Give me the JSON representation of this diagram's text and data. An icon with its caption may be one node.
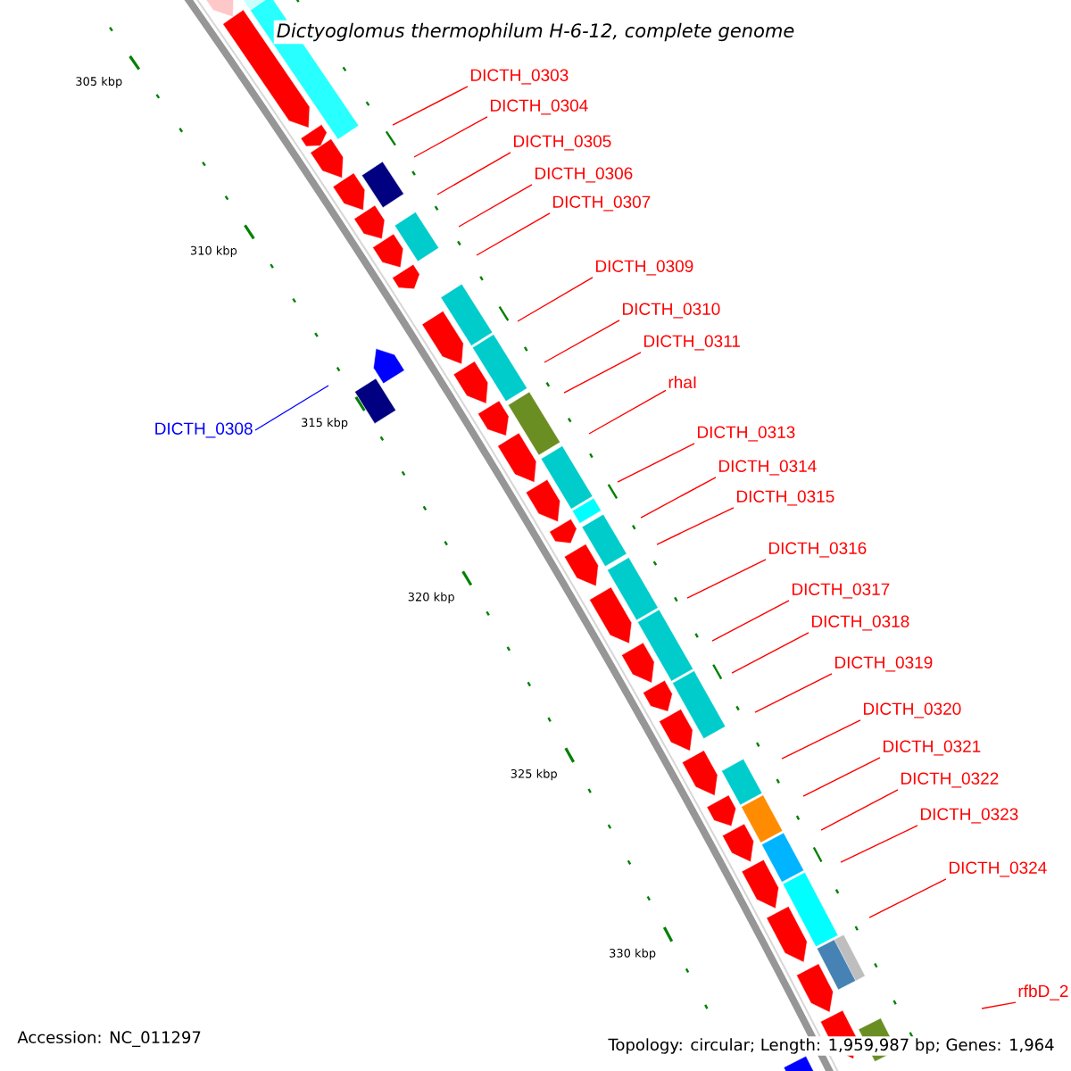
{
  "diagram": {
    "title": "Dictyoglomus thermophilum H-6-12, complete genome",
    "nodes": [
      {
        "text": [
          "DICTH_0303"
        ]
      },
      {
        "text": [
          "DICTH_0304"
        ]
      },
      {
        "text": [
          "DICTH_0305"
        ]
      },
      {
        "text": [
          "DICTH_0306"
        ]
      },
      {
        "text": [
          "DICTH_0307"
        ]
      },
      {
        "text": [
          "DICTH_0309"
        ]
      },
      {
        "text": [
          "DICTH_0310"
        ]
      },
      {
        "text": [
          "DICTH_0311"
        ]
      },
      {
        "text": [
          "rhaI"
        ]
      },
      {
        "text": [
          "DICTH_0313"
        ]
      },
      {
        "text": [
          "DICTH_0314"
        ]
      },
      {
        "text": [
          "DICTH_0315"
        ]
      },
      {
        "text": [
          "DICTH_0316"
        ]
      },
      {
        "text": [
          "DICTH_0317"
        ]
      },
      {
        "text": [
          "DICTH_0318"
        ]
      },
      {
        "text": [
          "DICTH_0319"
        ]
      },
      {
        "text": [
          "DICTH_0320"
        ]
      },
      {
        "text": [
          "DICTH_0321"
        ]
      },
      {
        "text": [
          "DICTH_0322"
        ]
      },
      {
        "text": [
          "DICTH_0323"
        ]
      },
      {
        "text": [
          "DICTH_0324"
        ]
      },
      {
        "text": [
          "rfbD_2"
        ]
      },
      {
        "text": [
          "DICTH_0308"
        ]
      }
    ],
    "edges": [
      {
        "from": 0,
        "to": null,
        "arrow": "none"
      },
      {
        "from": 1,
        "to": null,
        "arrow": "none"
      },
      {
        "from": 2,
        "to": null,
        "arrow": "none"
      },
      {
        "from": 3,
        "to": null,
        "arrow": "none"
      },
      {
        "from": 4,
        "to": null,
        "arrow": "none"
      },
      {
        "from": 5,
        "to": null,
        "arrow": "none"
      },
      {
        "from": 6,
        "to": null,
        "arrow": "none"
      },
      {
        "from": 7,
        "to": null,
        "arrow": "none"
      },
      {
        "from": 8,
        "to": null,
        "arrow": "none"
      },
      {
        "from": 9,
        "to": null,
        "arrow": "none"
      },
      {
        "from": 10,
        "to": null,
        "arrow": "none"
      },
      {
        "from": 11,
        "to": null,
        "arrow": "none"
      },
      {
        "from": 12,
        "to": null,
        "arrow": "none"
      },
      {
        "from": 13,
        "to": null,
        "arrow": "none"
      },
      {
        "from": 14,
        "to": null,
        "arrow": "none"
      },
      {
        "from": 15,
        "to": null,
        "arrow": "none"
      },
      {
        "from": 16,
        "to": null,
        "arrow": "none"
      },
      {
        "from": 17,
        "to": null,
        "arrow": "none"
      },
      {
        "from": 18,
        "to": null,
        "arrow": "none"
      },
      {
        "from": 19,
        "to": null,
        "arrow": "none"
      },
      {
        "from": 20,
        "to": null,
        "arrow": "none"
      },
      {
        "from": 21,
        "to": null,
        "arrow": "none"
      },
      {
        "from": 22,
        "to": null,
        "arrow": "none",
        "color": "#0000ff"
      }
    ],
    "labels": [
      "305 kbp",
      "310 kbp",
      "315 kbp",
      "320 kbp",
      "325 kbp",
      "330 kbp",
      "Accession: NC_011297",
      "Topology: circular; Length: 1,959,987 bp; Genes: 1,964"
    ]
  }
}
